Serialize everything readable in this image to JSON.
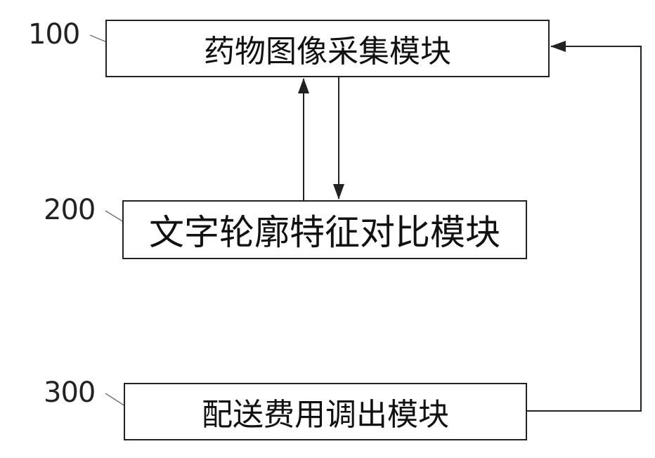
{
  "modules": [
    {
      "ref": "100",
      "label": "药物图像采集模块"
    },
    {
      "ref": "200",
      "label": "文字轮廓特征对比模块"
    },
    {
      "ref": "300",
      "label": "配送费用调出模块"
    }
  ],
  "colors": {
    "line": "#222222",
    "background": "#ffffff"
  }
}
